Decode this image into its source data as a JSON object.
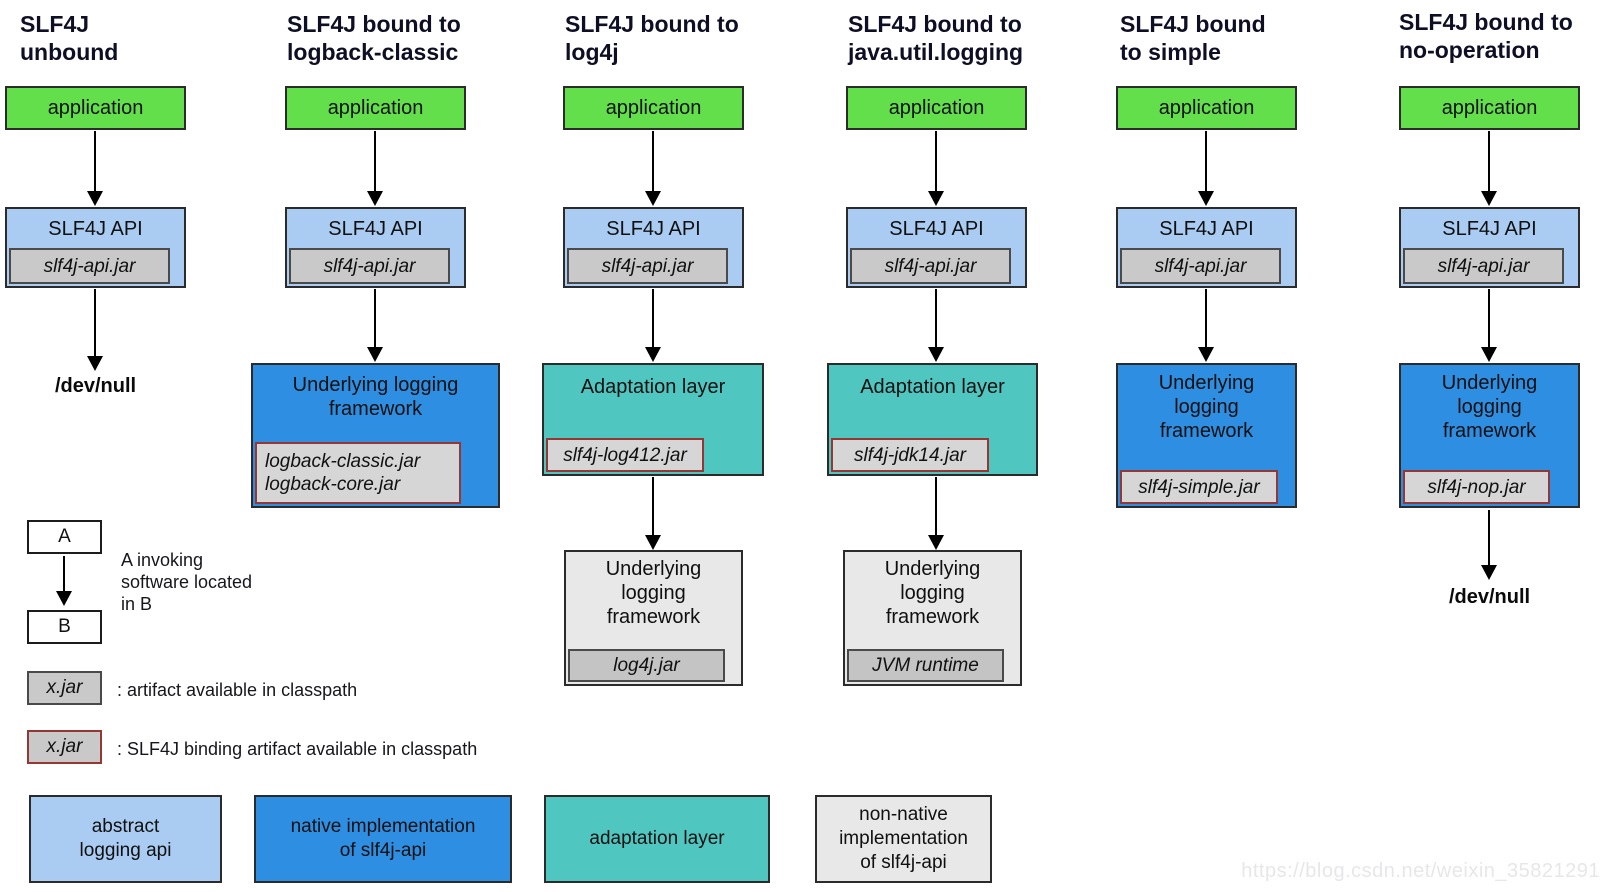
{
  "columns": [
    {
      "title": "SLF4J\nunbound",
      "app_label": "application",
      "api_label": "SLF4J API",
      "api_jar": "slf4j-api.jar",
      "terminal": "/dev/null"
    },
    {
      "title": "SLF4J bound to\nlogback-classic",
      "app_label": "application",
      "api_label": "SLF4J API",
      "api_jar": "slf4j-api.jar",
      "framework_label": "Underlying logging\nframework",
      "framework_jars": "logback-classic.jar\nlogback-core.jar"
    },
    {
      "title": "SLF4J bound to\nlog4j",
      "app_label": "application",
      "api_label": "SLF4J API",
      "api_jar": "slf4j-api.jar",
      "adaptation_label": "Adaptation layer",
      "adaptation_jar": "slf4j-log412.jar",
      "framework_label": "Underlying\nlogging\nframework",
      "framework_jar": "log4j.jar"
    },
    {
      "title": "SLF4J bound to\njava.util.logging",
      "app_label": "application",
      "api_label": "SLF4J API",
      "api_jar": "slf4j-api.jar",
      "adaptation_label": "Adaptation layer",
      "adaptation_jar": "slf4j-jdk14.jar",
      "framework_label": "Underlying\nlogging\nframework",
      "framework_jar": "JVM runtime"
    },
    {
      "title": "SLF4J bound\nto simple",
      "app_label": "application",
      "api_label": "SLF4J API",
      "api_jar": "slf4j-api.jar",
      "framework_label": "Underlying\nlogging\nframework",
      "framework_jar": "slf4j-simple.jar"
    },
    {
      "title": "SLF4J bound to\nno-operation",
      "app_label": "application",
      "api_label": "SLF4J API",
      "api_jar": "slf4j-api.jar",
      "framework_label": "Underlying\nlogging\nframework",
      "framework_jar": "slf4j-nop.jar",
      "terminal": "/dev/null"
    }
  ],
  "legend": {
    "invoking": {
      "box_a": "A",
      "box_b": "B",
      "caption": "A invoking\nsoftware located\nin B"
    },
    "artifact": {
      "box": "x.jar",
      "caption": ": artifact available in classpath"
    },
    "binding_artifact": {
      "box": "x.jar",
      "caption": ": SLF4J binding artifact available in classpath"
    },
    "box_types": [
      {
        "label": "abstract\nlogging api"
      },
      {
        "label": "native implementation\nof slf4j-api"
      },
      {
        "label": "adaptation layer"
      },
      {
        "label": "non-native\nimplementation\nof slf4j-api"
      }
    ]
  },
  "watermark": "https://blog.csdn.net/weixin_35821291",
  "colors": {
    "application_green": "#62DF4A",
    "abstract_api_blue": "#AACCF2",
    "native_impl_blue": "#2E8FE2",
    "adaptation_teal": "#4FC7C0",
    "nonnative_gray": "#E8E8E8",
    "artifact_gray": "#C9C9C9",
    "binding_border_red": "#953735"
  }
}
